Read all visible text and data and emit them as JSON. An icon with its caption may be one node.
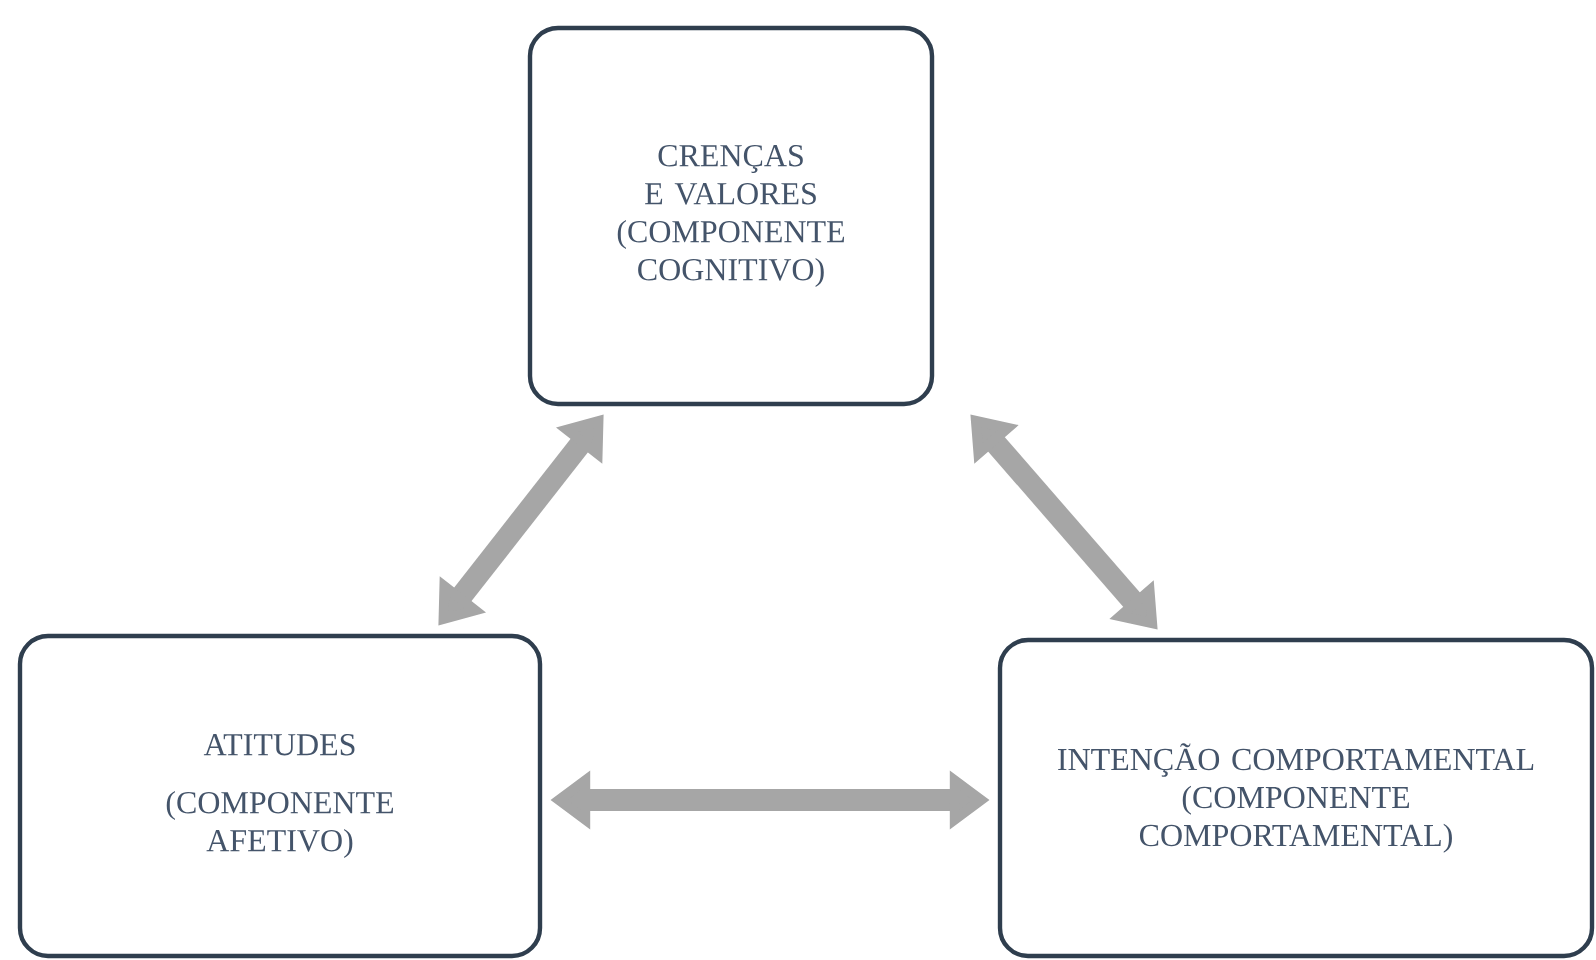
{
  "diagram": {
    "nodes": [
      {
        "text": [
          "CRENÇAS E VALORES (COMPONENTE COGNITIVO)"
        ]
      },
      {
        "text": [
          "ATITUDES",
          "(COMPONENTE AFETIVO)"
        ]
      },
      {
        "text": [
          "INTENÇÃO COMPORTAMENTAL (COMPONENTE COMPORTAMENTAL)"
        ]
      }
    ],
    "edges": [
      {
        "from": 0,
        "to": 1,
        "arrow": "both"
      },
      {
        "from": 0,
        "to": 2,
        "arrow": "both"
      },
      {
        "from": 1,
        "to": 2,
        "arrow": "both"
      }
    ]
  }
}
